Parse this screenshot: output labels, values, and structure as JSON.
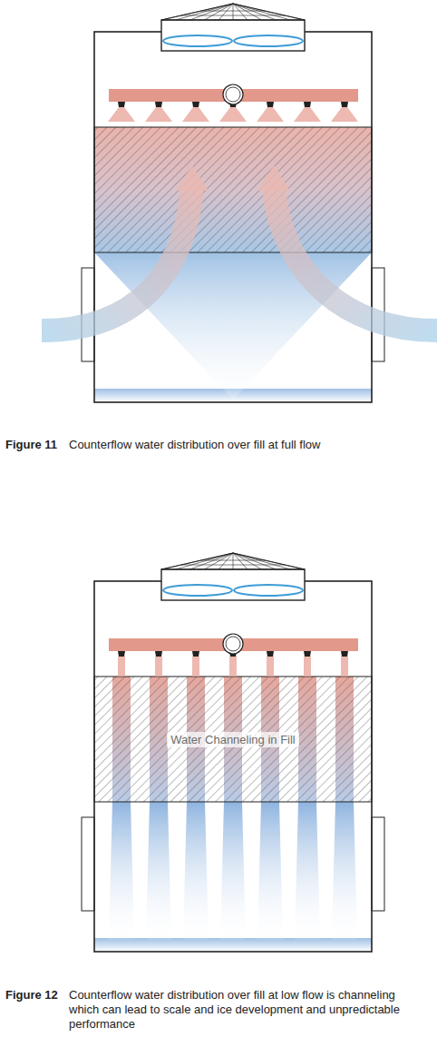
{
  "diagram": {
    "nodes": [
      {
        "text": [
          "Water Channeling in Fill"
        ]
      }
    ],
    "labels": [
      "Figure 11",
      "Counterflow water distribution over fill at full flow",
      "Figure 12",
      "Counterflow water distribution over fill at low flow is channeling which can lead to scale and ice development and unpredictable performance"
    ]
  }
}
